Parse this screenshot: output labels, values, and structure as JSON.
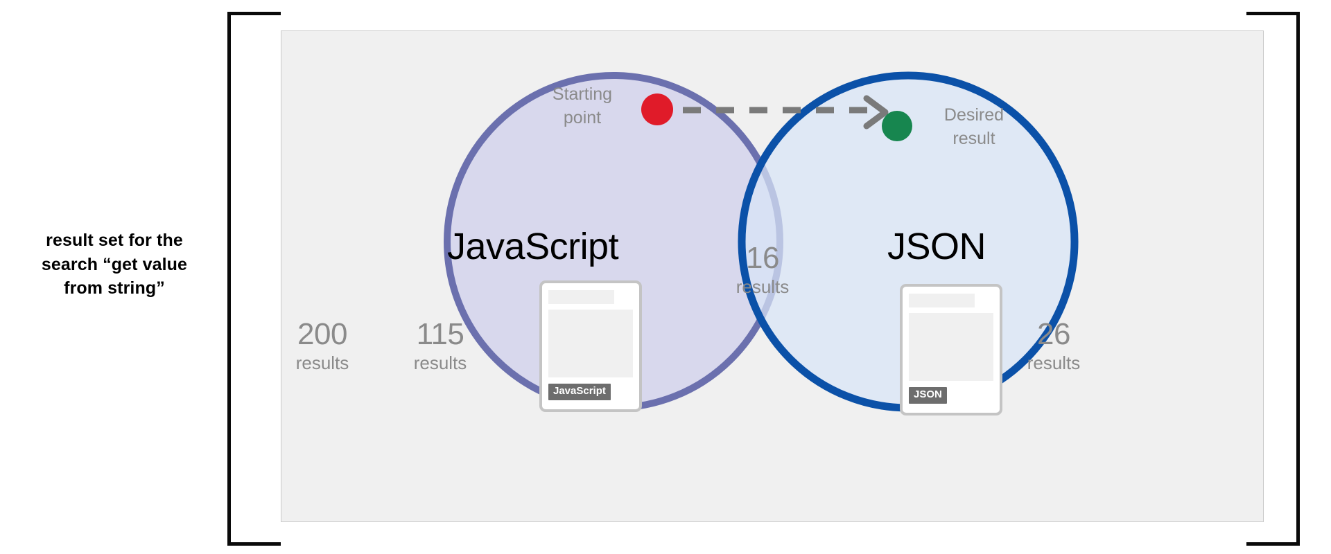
{
  "caption": {
    "line1": "result set for the",
    "line2": "search “get value",
    "line3": "from string”",
    "full": "result set for the search “get value from string”"
  },
  "diagram": {
    "type": "venn",
    "left_circle": {
      "title": "JavaScript",
      "fill": "#d6d6ec",
      "stroke": "#6b70ae",
      "inside_count": "115",
      "inside_label": "results"
    },
    "right_circle": {
      "title": "JSON",
      "fill": "#d8e5f6",
      "stroke": "#0b51a8",
      "inside_count": "26",
      "inside_label": "results"
    },
    "intersection": {
      "count": "16",
      "label": "results"
    },
    "outside": {
      "count": "200",
      "label": "results"
    },
    "annotations": {
      "start": {
        "line1": "Starting",
        "line2": "point",
        "dot_color": "#e01b29"
      },
      "desired": {
        "line1": "Desired",
        "line2": "result",
        "dot_color": "#17864f"
      },
      "arrow_color": "#7a7a7a"
    },
    "cards": [
      {
        "tag": "JavaScript"
      },
      {
        "tag": "JSON"
      }
    ]
  },
  "chart_data": {
    "type": "venn",
    "title": "result set for the search “get value from string”",
    "sets": [
      {
        "name": "JavaScript",
        "only": 115,
        "color": "#6b70ae"
      },
      {
        "name": "JSON",
        "only": 26,
        "color": "#0b51a8"
      }
    ],
    "intersection": 16,
    "outside": 200,
    "units": "results",
    "annotations": [
      {
        "name": "Starting point",
        "set": "JavaScript",
        "color": "#e01b29"
      },
      {
        "name": "Desired result",
        "set": "JSON",
        "color": "#17864f"
      }
    ]
  }
}
